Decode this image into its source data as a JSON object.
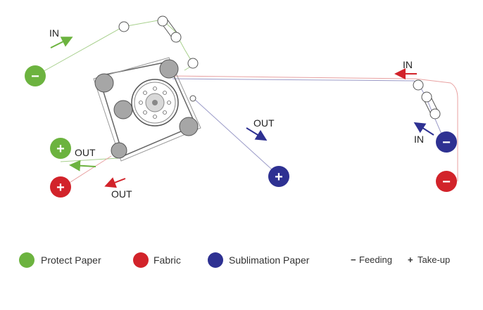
{
  "labels": {
    "in_top_left": "IN",
    "in_right_top": "IN",
    "in_right_bottom": "IN",
    "out_middle": "OUT",
    "out_left_green": "OUT",
    "out_left_red": "OUT"
  },
  "roll_symbols": {
    "protect_feed": "−",
    "protect_takeup": "+",
    "fabric_takeup": "+",
    "sublimation_takeup": "+",
    "sublimation_feed": "−",
    "fabric_feed": "−"
  },
  "legend": {
    "protect_paper": "Protect Paper",
    "fabric": "Fabric",
    "sublimation_paper": "Sublimation Paper",
    "feeding_symbol": "−",
    "feeding": "Feeding",
    "takeup_symbol": "+",
    "takeup": "Take-up"
  },
  "colors": {
    "protect_green": "#6cb33f",
    "fabric_red": "#d2232a",
    "sublimation_blue": "#2e3192",
    "roller_gray": "#a6a6a6",
    "belt": "#666666"
  }
}
